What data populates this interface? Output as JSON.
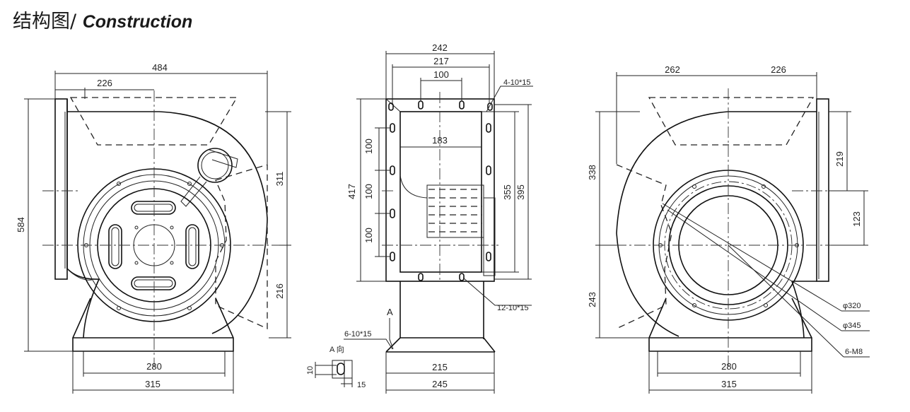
{
  "header": {
    "title_cn": "结构图/",
    "title_en": "Construction"
  },
  "views": {
    "left": {
      "dim_484": "484",
      "dim_226": "226",
      "dim_311": "311",
      "dim_216": "216",
      "dim_584": "584",
      "dim_280": "280",
      "dim_315": "315"
    },
    "middle": {
      "dim_242": "242",
      "dim_217": "217",
      "dim_100_top": "100",
      "label_4_10x15": "4-10*15",
      "dim_183": "183",
      "dim_100_a": "100",
      "dim_100_b": "100",
      "dim_100_c": "100",
      "dim_417": "417",
      "dim_355": "355",
      "dim_395": "395",
      "label_12_10x15": "12-10*15",
      "label_A": "A",
      "label_6_10x15": "6-10*15",
      "label_A_view": "A 向",
      "dim_10": "10",
      "dim_15": "15",
      "dim_215": "215",
      "dim_245": "245"
    },
    "right": {
      "dim_262": "262",
      "dim_226": "226",
      "dim_338": "338",
      "dim_243": "243",
      "dim_219": "219",
      "dim_123": "123",
      "label_d320": "φ320",
      "label_d345": "φ345",
      "label_6_m8": "6-M8",
      "dim_280": "280",
      "dim_315": "315"
    }
  }
}
